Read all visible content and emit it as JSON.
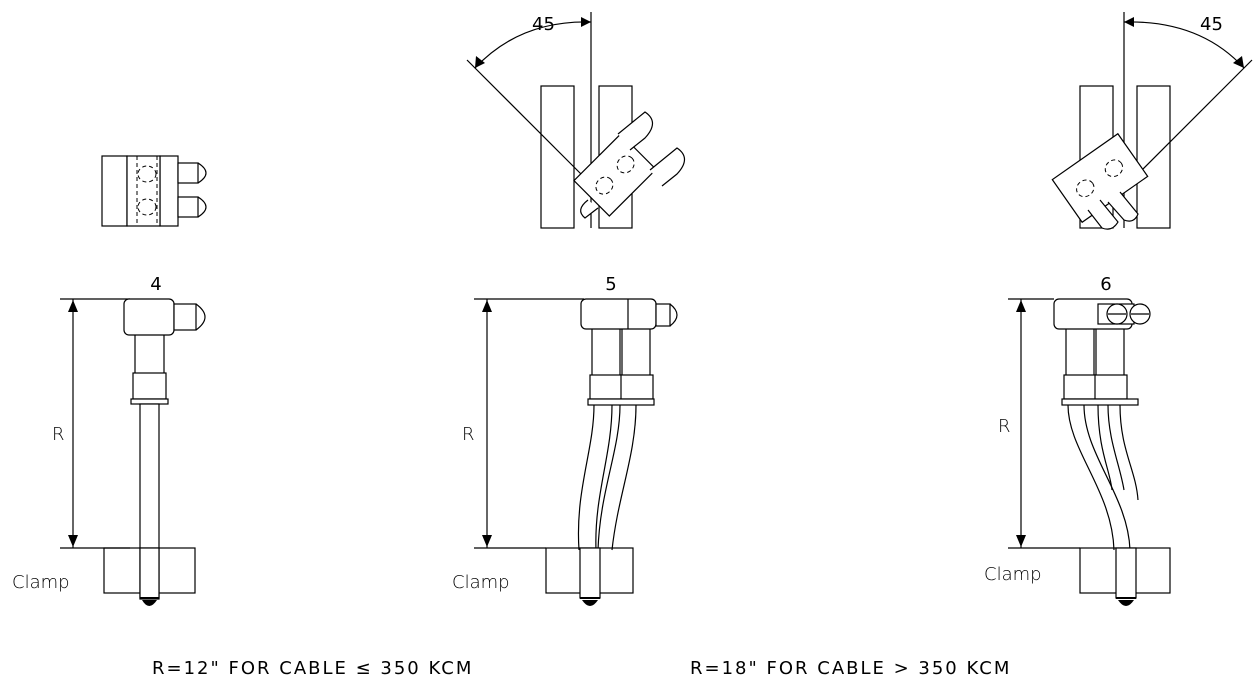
{
  "views": [
    {
      "id": "4",
      "number": "4",
      "dimension_label": "R",
      "clamp_label": "Clamp"
    },
    {
      "id": "5",
      "number": "5",
      "dimension_label": "R",
      "clamp_label": "Clamp",
      "angle_label": "45"
    },
    {
      "id": "6",
      "number": "6",
      "dimension_label": "R",
      "clamp_label": "Clamp",
      "angle_label": "45"
    }
  ],
  "notes": {
    "left": "R=12\" FOR CABLE ≤ 350 KCM",
    "right": "R=18\" FOR CABLE > 350 KCM"
  },
  "colors": {
    "line": "#000000",
    "background": "#ffffff"
  }
}
